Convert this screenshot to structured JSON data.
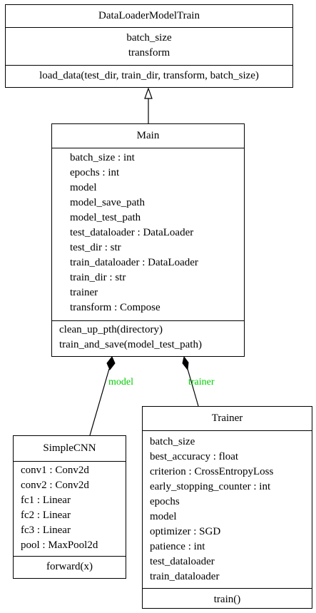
{
  "classes": {
    "dataloadermodeltrain": {
      "name": "DataLoaderModelTrain",
      "attributes": [
        "batch_size",
        "transform"
      ],
      "methods": [
        "load_data(test_dir, train_dir, transform, batch_size)"
      ]
    },
    "main": {
      "name": "Main",
      "attributes": [
        "batch_size : int",
        "epochs : int",
        "model",
        "model_save_path",
        "model_test_path",
        "test_dataloader : DataLoader",
        "test_dir : str",
        "train_dataloader : DataLoader",
        "train_dir : str",
        "trainer",
        "transform : Compose"
      ],
      "methods": [
        "clean_up_pth(directory)",
        "train_and_save(model_test_path)"
      ]
    },
    "simplecnn": {
      "name": "SimpleCNN",
      "attributes": [
        "conv1 : Conv2d",
        "conv2 : Conv2d",
        "fc1 : Linear",
        "fc2 : Linear",
        "fc3 : Linear",
        "pool : MaxPool2d"
      ],
      "methods": [
        "forward(x)"
      ]
    },
    "trainer": {
      "name": "Trainer",
      "attributes": [
        "batch_size",
        "best_accuracy : float",
        "criterion : CrossEntropyLoss",
        "early_stopping_counter : int",
        "epochs",
        "model",
        "optimizer : SGD",
        "patience : int",
        "test_dataloader",
        "train_dataloader"
      ],
      "methods": [
        "train()"
      ]
    }
  },
  "relations": {
    "inheritance": {
      "from": "Main",
      "to": "DataLoaderModelTrain"
    },
    "composition_model": {
      "label": "model",
      "whole": "Main",
      "part": "SimpleCNN"
    },
    "composition_trainer": {
      "label": "trainer",
      "whole": "Main",
      "part": "Trainer"
    }
  },
  "colors": {
    "relation_label": "#00cc00",
    "line": "#000000"
  }
}
